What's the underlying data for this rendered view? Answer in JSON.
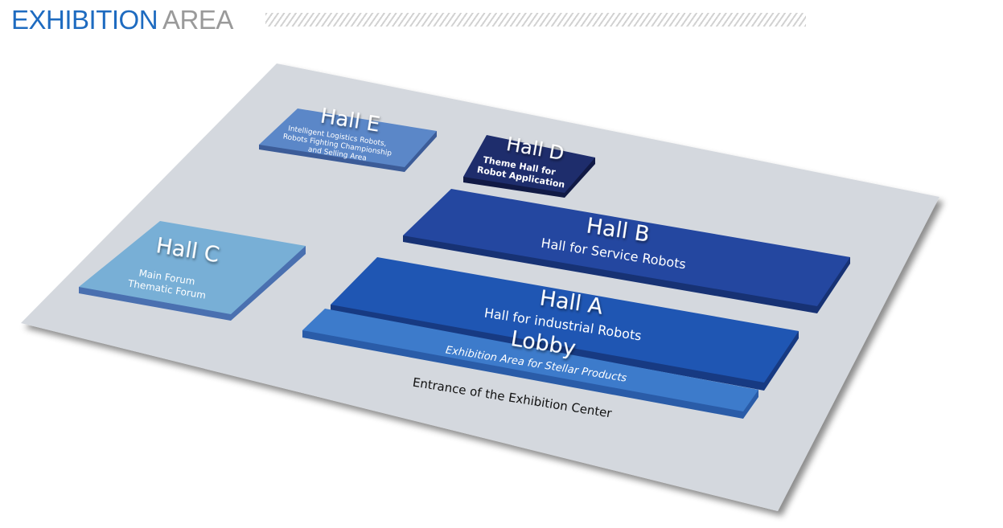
{
  "header": {
    "title_main": "EXHIBITION",
    "title_sub": "AREA"
  },
  "halls": {
    "hall_e": {
      "name": "Hall E",
      "line1": "Intelligent Logistics Robots,",
      "line2": "Robots Fighting Championship",
      "line3": "and Selling Area",
      "color": "#5b87c8"
    },
    "hall_d": {
      "name": "Hall D",
      "line1": "Theme Hall for",
      "line2": "Robot Application",
      "color": "#1e2d6c"
    },
    "hall_b": {
      "name": "Hall B",
      "line1": "Hall for Service Robots",
      "color": "#2447a0"
    },
    "hall_c": {
      "name": "Hall C",
      "line1": "Main Forum",
      "line2": "Thematic Forum",
      "color": "#78afd6"
    },
    "hall_a": {
      "name": "Hall A",
      "line1": "Hall for industrial Robots",
      "color": "#1f56b3"
    },
    "lobby": {
      "name": "Lobby",
      "line1": "Exhibition Area for Stellar Products",
      "color": "#3d7bcb"
    }
  },
  "entrance_label": "Entrance of the Exhibition Center",
  "colors": {
    "floor": "#d4d8de",
    "title_blue": "#1e6bc0",
    "title_gray": "#9a9a9a"
  }
}
